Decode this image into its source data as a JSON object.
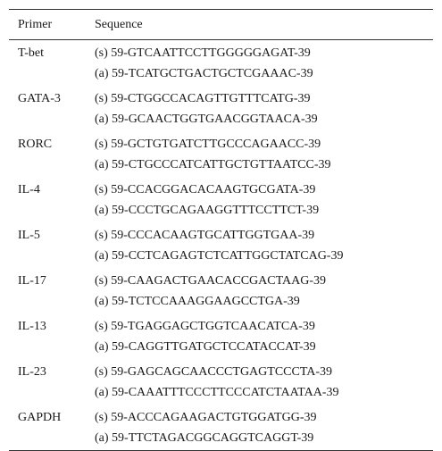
{
  "table": {
    "headers": {
      "primer": "Primer",
      "sequence": "Sequence"
    },
    "rows": [
      {
        "primer": "T-bet",
        "sense": "(s) 59-GTCAATTCCTTGGGGGAGAT-39",
        "antisense": "(a) 59-TCATGCTGACTGCTCGAAAC-39"
      },
      {
        "primer": "GATA-3",
        "sense": "(s) 59-CTGGCCACAGTTGTTTCATG-39",
        "antisense": "(a) 59-GCAACTGGTGAACGGTAACA-39"
      },
      {
        "primer": "RORC",
        "sense": "(s) 59-GCTGTGATCTTGCCCAGAACC-39",
        "antisense": "(a) 59-CTGCCCATCATTGCTGTTAATCC-39"
      },
      {
        "primer": "IL-4",
        "sense": "(s) 59-CCACGGACACAAGTGCGATA-39",
        "antisense": "(a) 59-CCCTGCAGAAGGTTTCCTTCT-39"
      },
      {
        "primer": "IL-5",
        "sense": "(s) 59-CCCACAAGTGCATTGGTGAA-39",
        "antisense": "(a) 59-CCTCAGAGTCTCATTGGCTATCAG-39"
      },
      {
        "primer": "IL-17",
        "sense": "(s) 59-CAAGACTGAACACCGACTAAG-39",
        "antisense": "(a) 59-TCTCCAAAGGAAGCCTGA-39"
      },
      {
        "primer": "IL-13",
        "sense": "(s) 59-TGAGGAGCTGGTCAACATCA-39",
        "antisense": "(a) 59-CAGGTTGATGCTCCATACCAT-39"
      },
      {
        "primer": "IL-23",
        "sense": "(s) 59-GAGCAGCAACCCTGAGTCCCTA-39",
        "antisense": "(a) 59-CAAATTTCCCTTCCCATCTAATAA-39"
      },
      {
        "primer": "GAPDH",
        "sense": "(s) 59-ACCCAGAAGACTGTGGATGG-39",
        "antisense": "(a) 59-TTCTAGACGGCAGGTCAGGT-39"
      }
    ]
  }
}
